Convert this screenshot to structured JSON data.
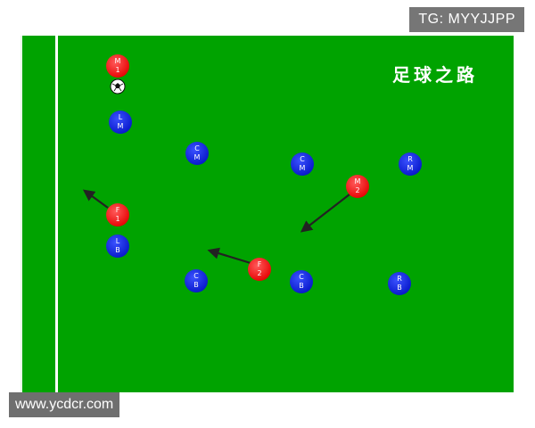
{
  "watermark_top": "TG: MYYJJPP",
  "watermark_bottom": "www.ycdcr.com",
  "title": "足球之路",
  "colors": {
    "pitch": "#00a300",
    "line": "#ffffff",
    "red_team": "#ff1a1a",
    "blue_team": "#0b1fd6",
    "arrow": "#222222",
    "watermark_bg": "#6f6f6f"
  },
  "players": {
    "m1": {
      "line1": "M",
      "line2": "1",
      "team": "red"
    },
    "f1": {
      "line1": "F",
      "line2": "1",
      "team": "red"
    },
    "f2": {
      "line1": "F",
      "line2": "2",
      "team": "red"
    },
    "m2": {
      "line1": "M",
      "line2": "2",
      "team": "red"
    },
    "lm": {
      "line1": "L",
      "line2": "M",
      "team": "blue"
    },
    "cm1": {
      "line1": "C",
      "line2": "M",
      "team": "blue"
    },
    "cm2": {
      "line1": "C",
      "line2": "M",
      "team": "blue"
    },
    "rm": {
      "line1": "R",
      "line2": "M",
      "team": "blue"
    },
    "lb": {
      "line1": "L",
      "line2": "B",
      "team": "blue"
    },
    "cb1": {
      "line1": "C",
      "line2": "B",
      "team": "blue"
    },
    "cb2": {
      "line1": "C",
      "line2": "B",
      "team": "blue"
    },
    "rb": {
      "line1": "R",
      "line2": "B",
      "team": "blue"
    }
  },
  "ball_icon": "soccer-ball-icon",
  "arrow_icon": "movement-arrow-icon"
}
